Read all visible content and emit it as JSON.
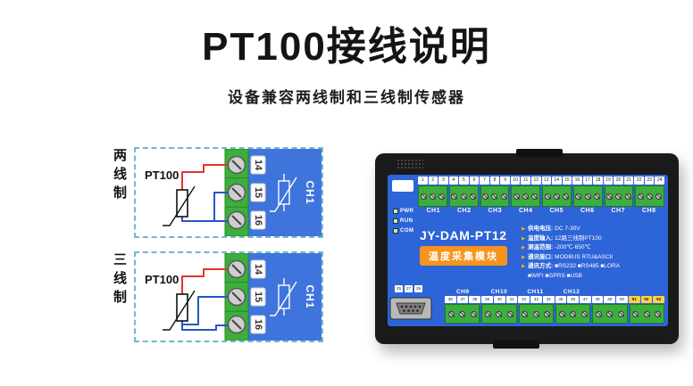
{
  "page": {
    "title": "PT100接线说明",
    "subtitle": "设备兼容两线制和三线制传感器"
  },
  "diagrams": [
    {
      "side_label": "两线制",
      "sensor_label": "PT100",
      "terminals": [
        "14",
        "15",
        "16"
      ],
      "channel": "CH1"
    },
    {
      "side_label": "三线制",
      "sensor_label": "PT100",
      "terminals": [
        "14",
        "15",
        "16"
      ],
      "channel": "CH1"
    }
  ],
  "device": {
    "model": "JY-DAM-PT12",
    "product_name": "温度采集模块",
    "leds": [
      "PWR",
      "RUN",
      "COM"
    ],
    "spec_bullet": "▶",
    "specs": [
      {
        "label": "供电电压:",
        "value": "DC 7-30V"
      },
      {
        "label": "温度输入:",
        "value": "12路三线制PT100"
      },
      {
        "label": "测温范围:",
        "value": "-200℃-650℃"
      },
      {
        "label": "通讯接口:",
        "value": "MODBUS RTU&ASCII"
      },
      {
        "label": "通讯方式:",
        "value": "■RS232 ■RS485 ■LORA"
      },
      {
        "label": "",
        "value": "■WIFI ■GPRS ■USB"
      }
    ],
    "top_terminals": {
      "numbers": [
        "1",
        "2",
        "3",
        "4",
        "5",
        "6",
        "7",
        "8",
        "9",
        "10",
        "11",
        "12",
        "13",
        "14",
        "15",
        "16",
        "17",
        "18",
        "19",
        "20",
        "21",
        "22",
        "23",
        "24"
      ],
      "channels": [
        "CH1",
        "CH2",
        "CH3",
        "CH4",
        "CH5",
        "CH6",
        "CH7",
        "CH8"
      ]
    },
    "bottom_terminals": {
      "db9_numbers": [
        "25",
        "27",
        "29"
      ],
      "numbers": [
        "36",
        "37",
        "38",
        "39",
        "40",
        "41",
        "42",
        "43",
        "44",
        "45",
        "46",
        "47",
        "48",
        "49",
        "50",
        "51",
        "52",
        "53"
      ],
      "channels": [
        "CH9",
        "CH10",
        "CH11",
        "CH12"
      ],
      "highlighted": [
        "51",
        "52",
        "53"
      ]
    }
  },
  "colors": {
    "panel_blue": "#2d64d8",
    "terminal_green": "#3cae3c",
    "accent_orange": "#f7941d",
    "wire_red": "#e3342b",
    "wire_blue": "#2456cc",
    "highlight_yellow": "#ffd23f",
    "dashed_border": "#6fb9c9"
  }
}
